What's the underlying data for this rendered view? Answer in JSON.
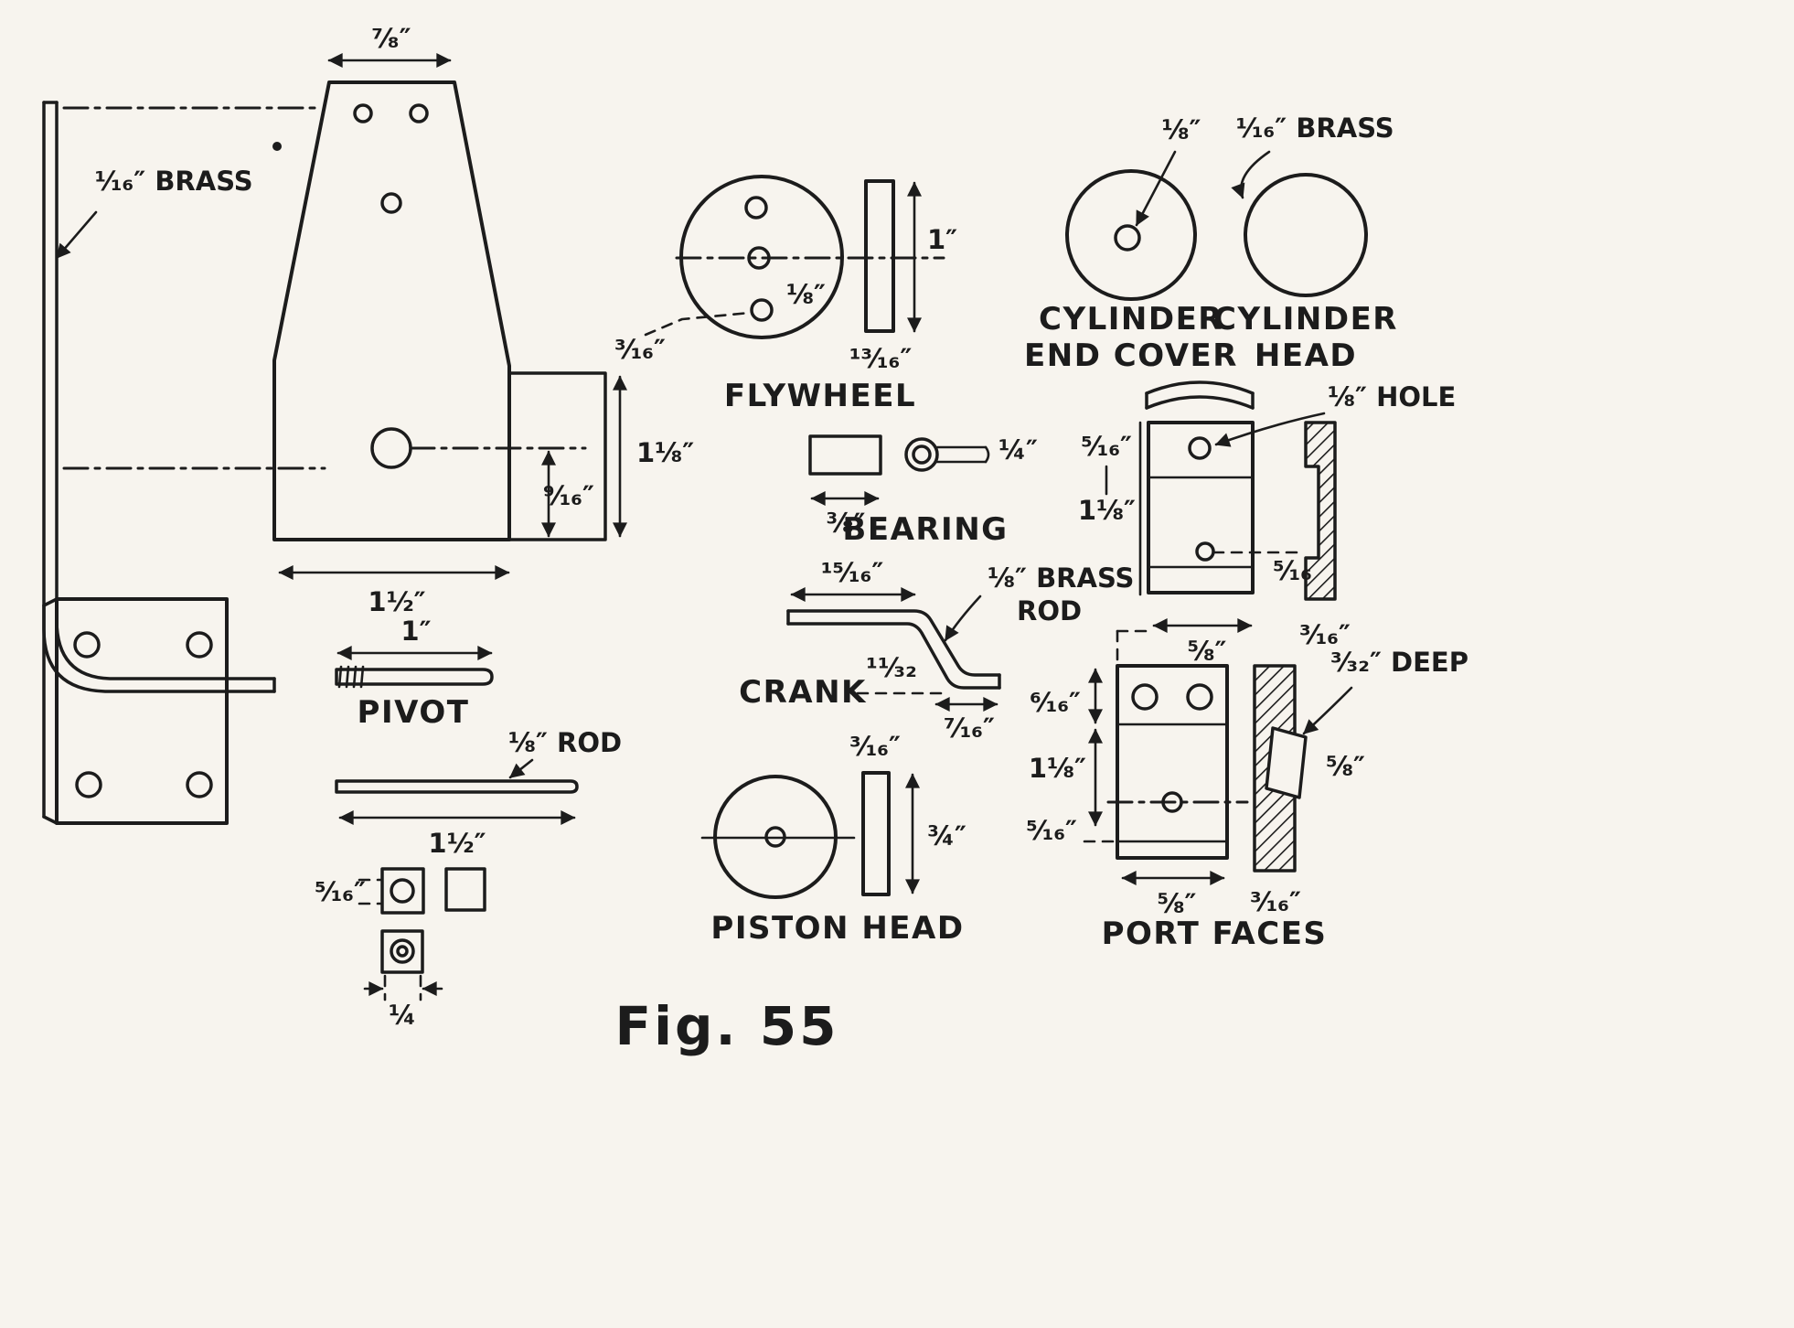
{
  "figure_caption": "Fig. 55",
  "colors": {
    "ink": "#1c1c1c",
    "paper": "#f7f4ee"
  },
  "bracket": {
    "material": "¹⁄₁₆″ BRASS"
  },
  "frame": {
    "dim_top_width": "⁷⁄₈″",
    "dim_bottom_width": "1½″",
    "dim_height": "1⅛″",
    "dim_lower_height": "⁹⁄₁₆″"
  },
  "pivot": {
    "title": "PIVOT",
    "dim_length": "1″"
  },
  "rod": {
    "label": "⅛″ ROD",
    "dim_length": "1½″"
  },
  "blocks": {
    "dim_side": "⁵⁄₁₆″",
    "dim_quarter": "¼"
  },
  "flywheel": {
    "title": "FLYWHEEL",
    "dim_hole": "⅛″",
    "dim_offset": "³⁄₁₆″",
    "dim_diameter": "1″",
    "dim_width": "¹³⁄₁₆″"
  },
  "bearing": {
    "title": "BEARING",
    "dim_length": "⅜″",
    "dim_bore": "¼″"
  },
  "crank": {
    "title": "CRANK",
    "dim_arm": "¹⁵⁄₁₆″",
    "material_line1": "⅛″ BRASS",
    "material_line2": "ROD",
    "dim_throw": "¹¹⁄₃₂",
    "dim_end": "⁷⁄₁₆″"
  },
  "piston": {
    "title": "PISTON HEAD",
    "dim_thickness": "³⁄₁₆″",
    "dim_height": "¾″"
  },
  "end_cover": {
    "title_line1": "CYLINDER",
    "title_line2": "END COVER",
    "dim_hole": "⅛″"
  },
  "cylinder_head": {
    "title_line1": "CYLINDER",
    "title_line2": "HEAD",
    "material": "¹⁄₁₆″ BRASS"
  },
  "cylinder_body": {
    "hole_note": "⅛″ HOLE",
    "dim_top": "⁵⁄₁₆″",
    "dim_height": "1⅛″",
    "dim_side": "⁵⁄₁₆",
    "dim_width": "⅝″",
    "dim_section": "³⁄₁₆″"
  },
  "port_faces": {
    "title": "PORT FACES",
    "dim_top": "⁶⁄₁₆″",
    "dim_height": "1⅛″",
    "dim_lower": "⁵⁄₁₆″",
    "dim_width": "⅝″",
    "recess_note": "³⁄₃₂″ DEEP",
    "dim_recess": "⅝″",
    "dim_thickness": "³⁄₁₆″"
  }
}
